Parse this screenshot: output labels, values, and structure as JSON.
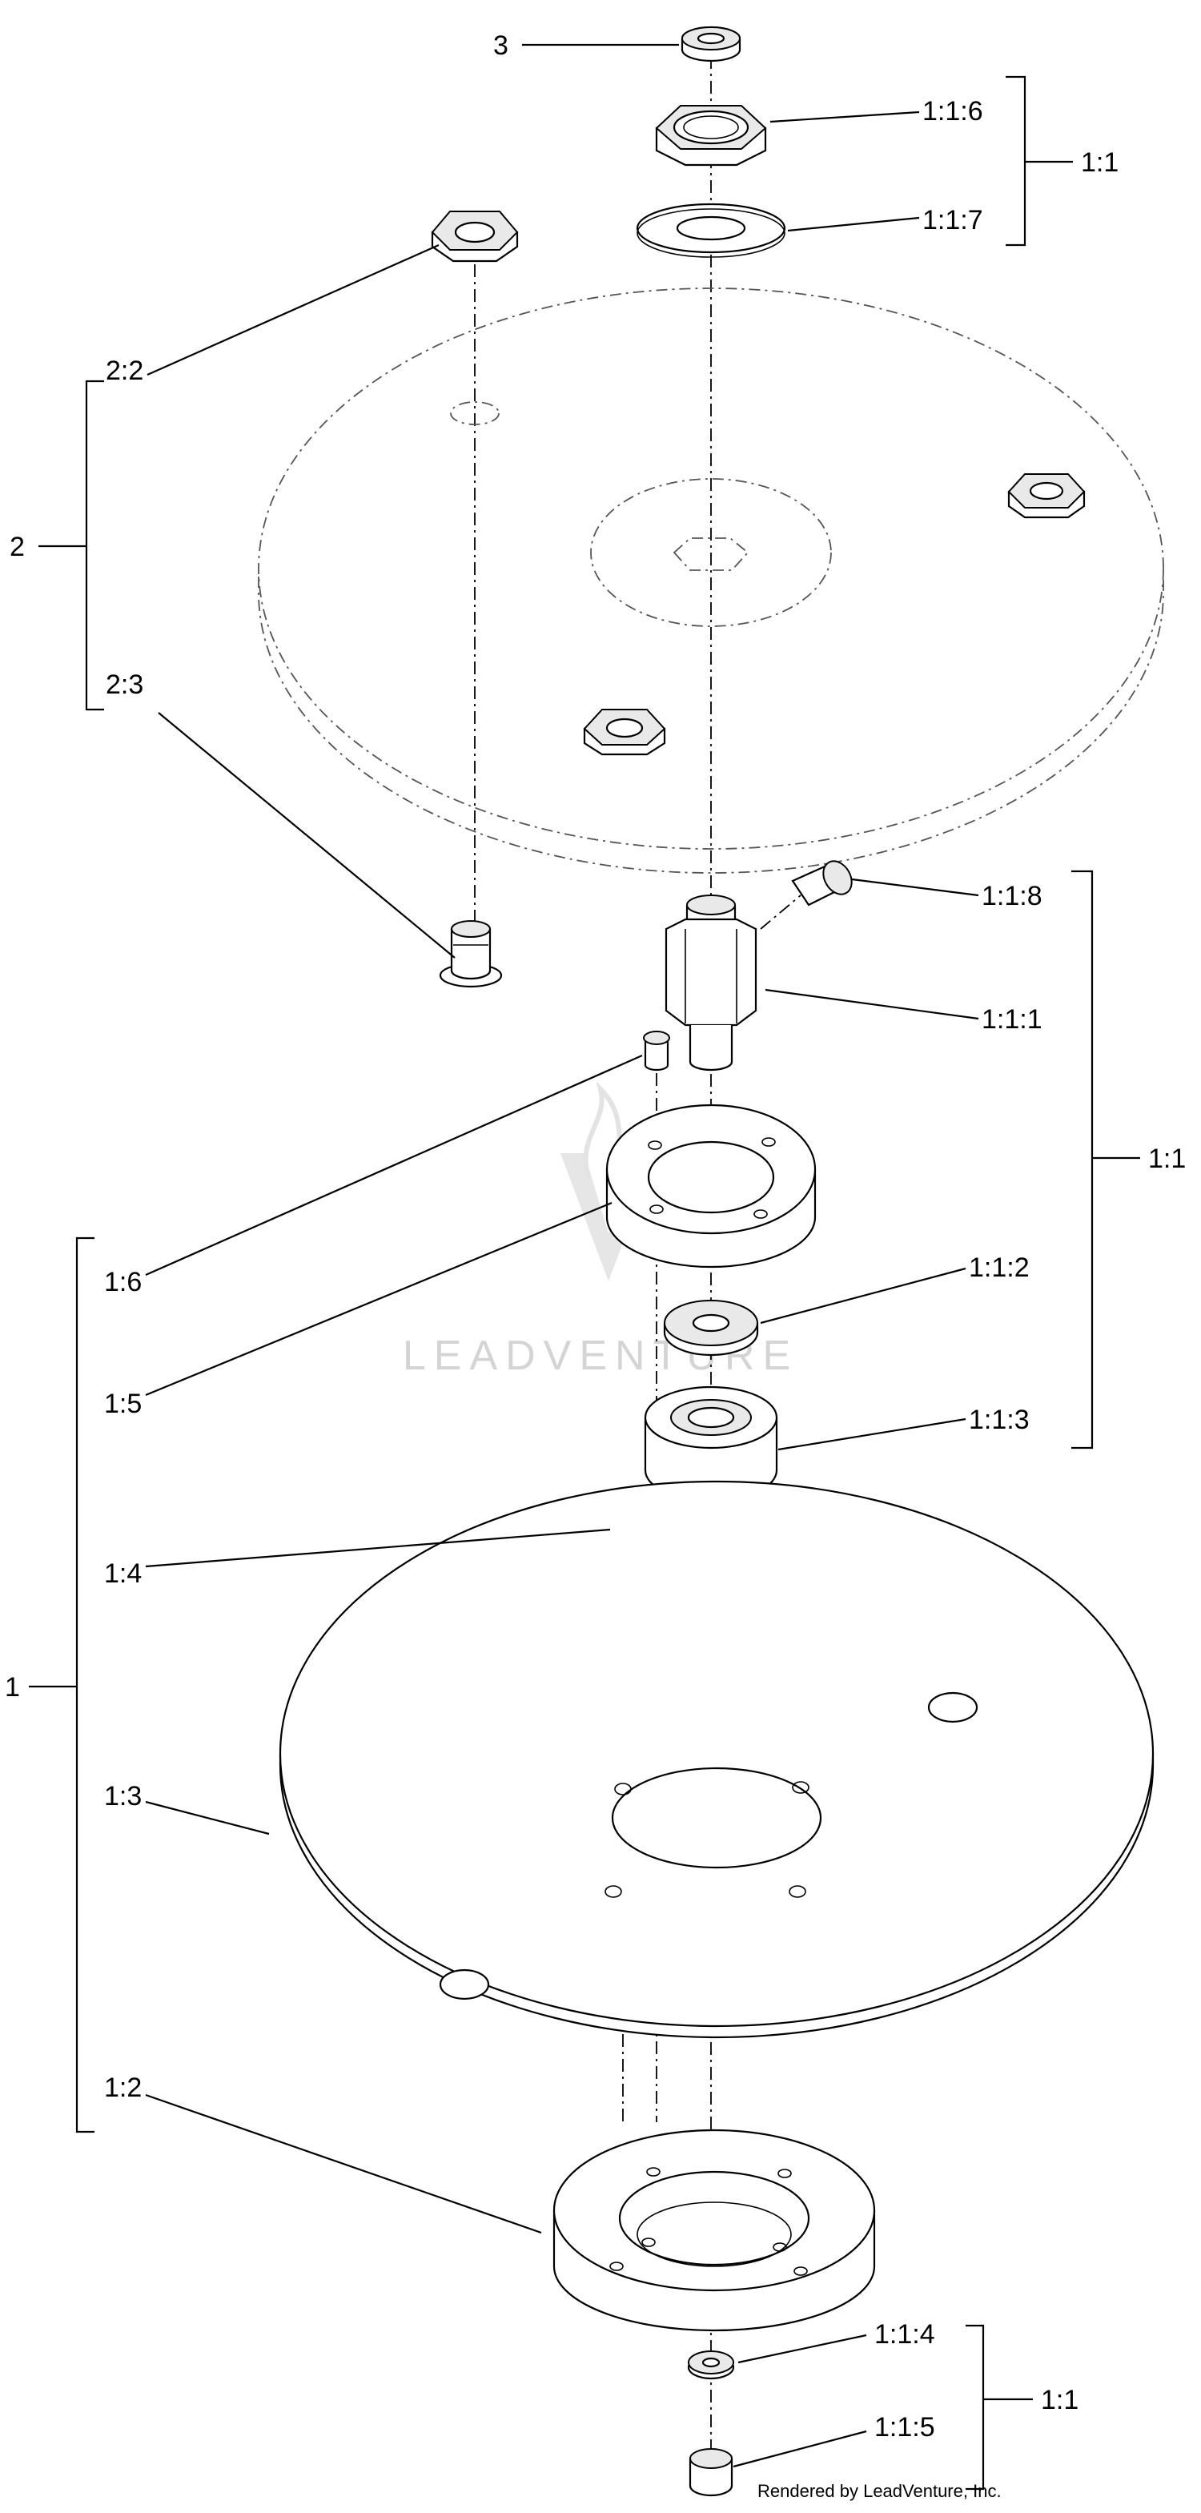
{
  "labels": {
    "l3": "3",
    "l116": "1:1:6",
    "l117": "1:1:7",
    "l11_top": "1:1",
    "l22": "2:2",
    "l2": "2",
    "l23": "2:3",
    "l118": "1:1:8",
    "l111": "1:1:1",
    "l11_mid": "1:1",
    "l112": "1:1:2",
    "l113": "1:1:3",
    "l16": "1:6",
    "l15": "1:5",
    "l14": "1:4",
    "l1": "1",
    "l13": "1:3",
    "l12": "1:2",
    "l114": "1:1:4",
    "l115": "1:1:5",
    "l11_bot": "1:1"
  },
  "watermark": "LEADVENTURE",
  "credit": "Rendered by LeadVenture, Inc."
}
